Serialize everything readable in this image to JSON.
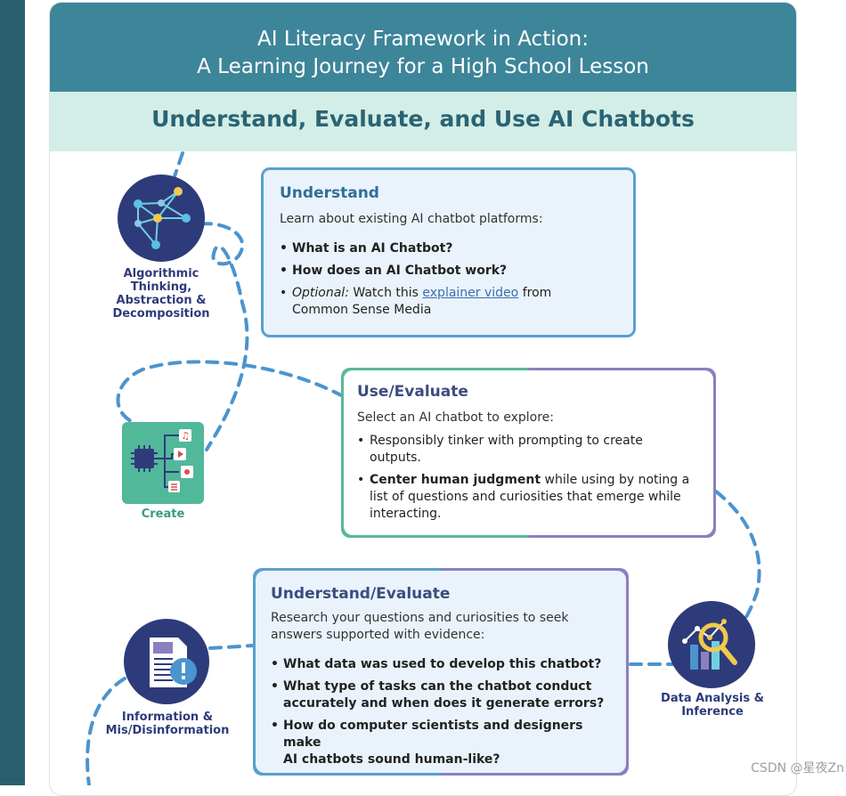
{
  "header": {
    "line1": "AI Literacy Framework in Action:",
    "line2": "A Learning Journey for a High School Lesson"
  },
  "subheader": {
    "title": "Understand, Evaluate, and Use AI Chatbots"
  },
  "icons": {
    "algorithmic": {
      "label_lines": [
        "Algorithmic",
        "Thinking,",
        "Abstraction &",
        "Decomposition"
      ],
      "icon": "network-graph-icon"
    },
    "create": {
      "label": "Create",
      "icon": "chip-media-icon"
    },
    "data": {
      "label_lines": [
        "Data Analysis &",
        "Inference"
      ],
      "icon": "magnifier-chart-icon"
    },
    "info": {
      "label_lines": [
        "Information &",
        "Mis/Disinformation"
      ],
      "icon": "document-alert-icon"
    }
  },
  "sections": {
    "understand": {
      "title": "Understand",
      "intro": "Learn about existing AI chatbot platforms:",
      "bullet1": "What is an AI Chatbot?",
      "bullet2": "How does an AI Chatbot work?",
      "bullet3_italic": "Optional:",
      "bullet3_pre": " Watch this ",
      "bullet3_link": "explainer video",
      "bullet3_post": " from",
      "bullet3_line2": "Common Sense Media"
    },
    "use_evaluate": {
      "title": "Use/Evaluate",
      "intro": "Select an AI chatbot to explore:",
      "bullet1_line1": "Responsibly tinker with prompting to create",
      "bullet1_line2": "outputs.",
      "bullet2_bold": "Center human judgment",
      "bullet2_rest": " while using by noting a",
      "bullet2_line2": "list of questions and curiosities that emerge while",
      "bullet2_line3": "interacting."
    },
    "understand_evaluate": {
      "title": "Understand/Evaluate",
      "intro_line1": "Research your questions and curiosities to seek",
      "intro_line2": "answers supported with evidence:",
      "bullet1": "What data was used to develop this chatbot?",
      "bullet2_line1": "What type of tasks can the chatbot conduct",
      "bullet2_line2": "accurately and when does it generate errors?",
      "bullet3_line1": "How do computer scientists and designers make",
      "bullet3_line2": "AI chatbots sound human-like?"
    }
  },
  "watermark": "CSDN @星夜Zn",
  "colors": {
    "header": "#3d8599",
    "subheader": "#d3eee7",
    "navy": "#2e3b7a",
    "teal_green": "#52b89a",
    "blue_path": "#4b94cf",
    "purple_border": "#8a80c0"
  }
}
